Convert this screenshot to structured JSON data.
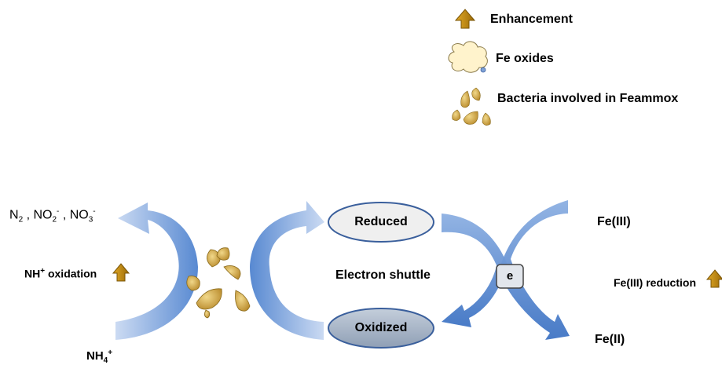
{
  "legend": {
    "enhancement": "Enhancement",
    "fe_oxides": "Fe oxides",
    "bacteria": "Bacteria involved in Feammox"
  },
  "nitrogen": {
    "products": {
      "n2": "N",
      "n2_sub": "2",
      "sep1": " , ",
      "no2": "NO",
      "no2_sub": "2",
      "no2_sup": "-",
      "sep2": " , ",
      "no3": "NO",
      "no3_sub": "3",
      "no3_sup": "-"
    },
    "oxidation": {
      "base": "NH",
      "sup": "+",
      "rest": " oxidation"
    },
    "reactant": {
      "base": "NH",
      "sub": "4",
      "sup": "+"
    }
  },
  "shuttle": {
    "reduced": "Reduced",
    "oxidized": "Oxidized",
    "label": "Electron shuttle",
    "electron": "e"
  },
  "iron": {
    "fe3": "Fe(III)",
    "fe3_reduction": "Fe(III) reduction",
    "fe2": "Fe(II)"
  },
  "colors": {
    "arrow_blue": "#5b8fd6",
    "arrow_light": "#a9c4ec",
    "enhancement_arrow": "#c8910e",
    "bacteria_gold": "#c9a23a",
    "ellipse_reduced": "#efefef",
    "ellipse_oxidized": "#aab7c8"
  },
  "icons": [
    "enhancement-arrow-icon",
    "fe-oxides-icon",
    "bacteria-icon"
  ]
}
